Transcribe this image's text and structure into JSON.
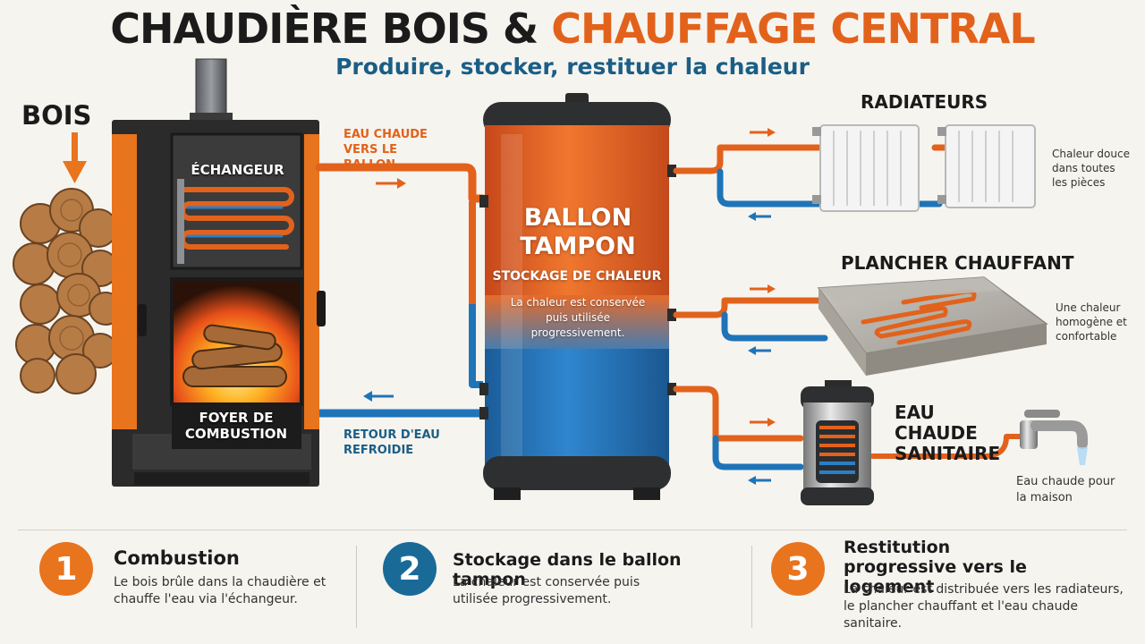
{
  "header": {
    "title_part1": "CHAUDIÈRE BOIS &",
    "title_part2": "CHAUFFAGE CENTRAL",
    "subtitle": "Produire, stocker, restituer la chaleur"
  },
  "boiler": {
    "wood_label": "BOIS",
    "exchanger_label": "ÉCHANGEUR",
    "firebox_label": "FOYER DE COMBUSTION"
  },
  "pipes": {
    "hot_label": "EAU CHAUDE VERS LE BALLON",
    "return_label": "RETOUR D'EAU REFROIDIE"
  },
  "tank": {
    "title": "BALLON TAMPON",
    "subtitle": "STOCKAGE DE CHALEUR",
    "description": "La chaleur est conservée puis utilisée progressivement."
  },
  "outputs": [
    {
      "title": "RADIATEURS",
      "note": "Chaleur douce dans toutes les pièces"
    },
    {
      "title": "PLANCHER CHAUFFANT",
      "note": "Une chaleur homogène et confortable"
    },
    {
      "title": "EAU CHAUDE SANITAIRE",
      "note": "Eau chaude pour la maison"
    }
  ],
  "steps": [
    {
      "number": "1",
      "title": "Combustion",
      "description": "Le bois brûle dans la chaudière et chauffe l'eau via l'échangeur."
    },
    {
      "number": "2",
      "title": "Stockage dans le ballon tampon",
      "description": "La chaleur est conservée puis utilisée progressivement."
    },
    {
      "number": "3",
      "title": "Restitution progressive vers le logement",
      "description": "La chaleur est distribuée vers les radiateurs, le plancher chauffant et l'eau chaude sanitaire."
    }
  ],
  "colors": {
    "hot": "#e2621c",
    "cold": "#1f74b8",
    "step1": "#e8741e",
    "step2": "#1a6a98",
    "step3": "#e8741e"
  }
}
